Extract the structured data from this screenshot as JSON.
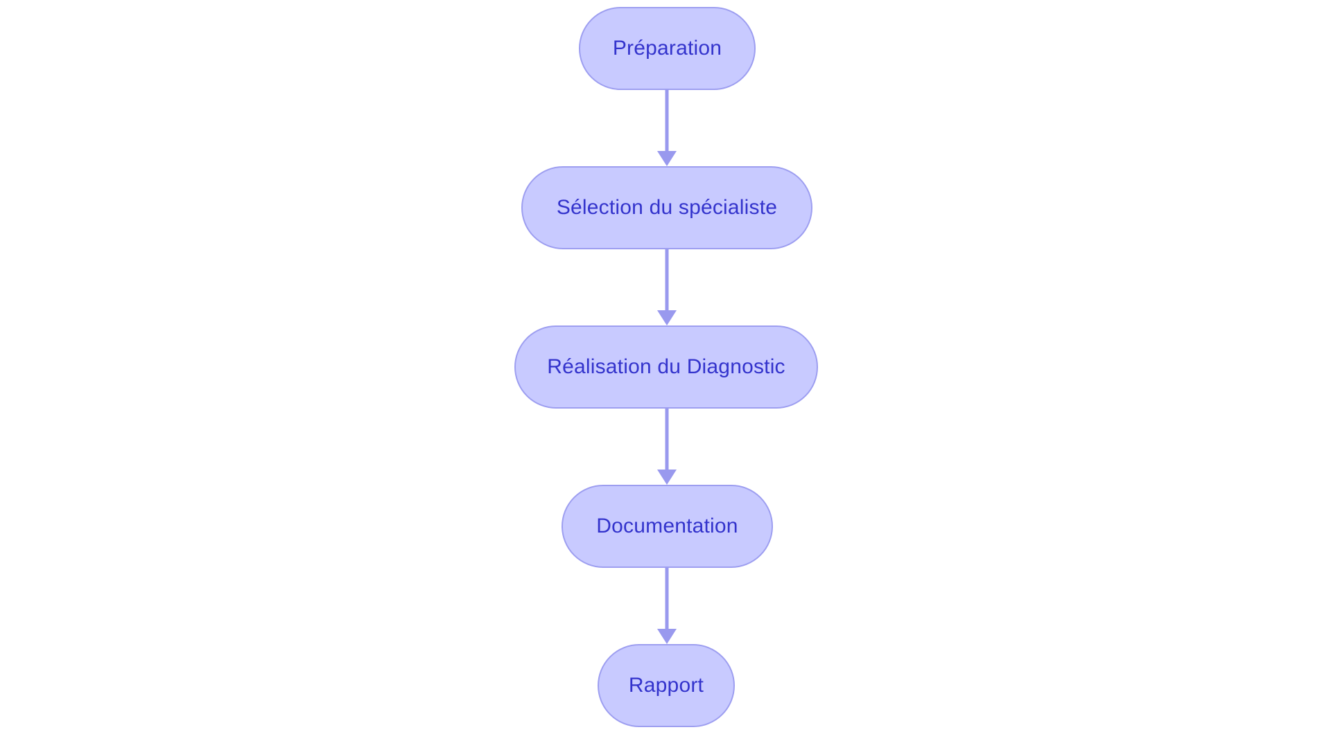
{
  "diagram": {
    "type": "flowchart",
    "orientation": "top-to-bottom",
    "title": "",
    "background_color": "#ffffff",
    "node_style": {
      "shape": "stadium",
      "fill_color": "#c8caff",
      "border_color": "#9d9ef0",
      "text_color": "#3333cc"
    },
    "edge_style": {
      "line_color": "#9999ee",
      "arrowhead": "filled-triangle"
    },
    "nodes": [
      {
        "id": "preparation",
        "label": "Préparation"
      },
      {
        "id": "selection",
        "label": "Sélection du spécialiste"
      },
      {
        "id": "realisation",
        "label": "Réalisation du Diagnostic"
      },
      {
        "id": "documentation",
        "label": "Documentation"
      },
      {
        "id": "rapport",
        "label": "Rapport"
      }
    ],
    "edges": [
      {
        "from": "preparation",
        "to": "selection",
        "label": ""
      },
      {
        "from": "selection",
        "to": "realisation",
        "label": ""
      },
      {
        "from": "realisation",
        "to": "documentation",
        "label": ""
      },
      {
        "from": "documentation",
        "to": "rapport",
        "label": ""
      }
    ]
  }
}
